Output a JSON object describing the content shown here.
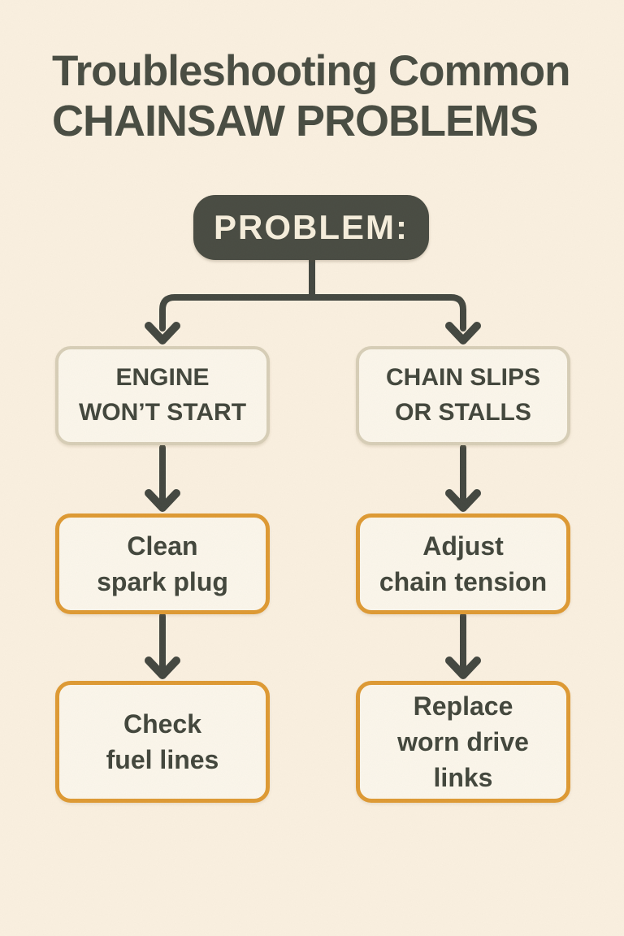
{
  "title": {
    "line1": "Troubleshooting Common",
    "line2": "CHAINSAW PROBLEMS"
  },
  "flowchart": {
    "root": {
      "label": "PROBLEM:"
    },
    "branches": [
      {
        "problem": "ENGINE\nWON’T START",
        "step1": "Clean\nspark plug",
        "step2": "Check\nfuel lines"
      },
      {
        "problem": "CHAIN SLIPS\nOR STALLS",
        "step1": "Adjust\nchain tension",
        "step2": "Replace\nworn drive\nlinks"
      }
    ]
  },
  "colors": {
    "background": "#fbf1e1",
    "title_ink": "#484c42",
    "root_box_fill": "#484b42",
    "root_box_text": "#f7efdd",
    "connector": "#434740",
    "problem_box_border": "#d8cfb8",
    "box_fill": "#fcf7ec",
    "action_box_border": "#df9a33",
    "node_text": "#42463c"
  }
}
